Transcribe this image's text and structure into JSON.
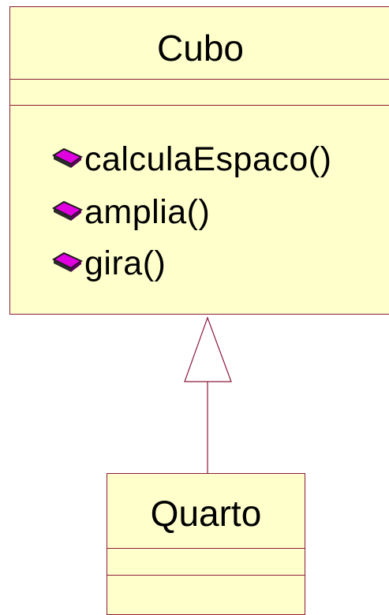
{
  "diagram": {
    "type": "uml-class-diagram",
    "colors": {
      "box_fill": "#ffffcc",
      "border": "#8b1a3a",
      "text": "#000000",
      "operation_icon": "#e000e0"
    },
    "classes": [
      {
        "name": "Cubo",
        "attributes": [],
        "operations": [
          {
            "label": "calculaEspaco()",
            "icon": "operation-icon"
          },
          {
            "label": "amplia()",
            "icon": "operation-icon"
          },
          {
            "label": "gira()",
            "icon": "operation-icon"
          }
        ]
      },
      {
        "name": "Quarto",
        "attributes": [],
        "operations": []
      }
    ],
    "relationships": [
      {
        "type": "generalization",
        "from": "Quarto",
        "to": "Cubo"
      }
    ]
  }
}
